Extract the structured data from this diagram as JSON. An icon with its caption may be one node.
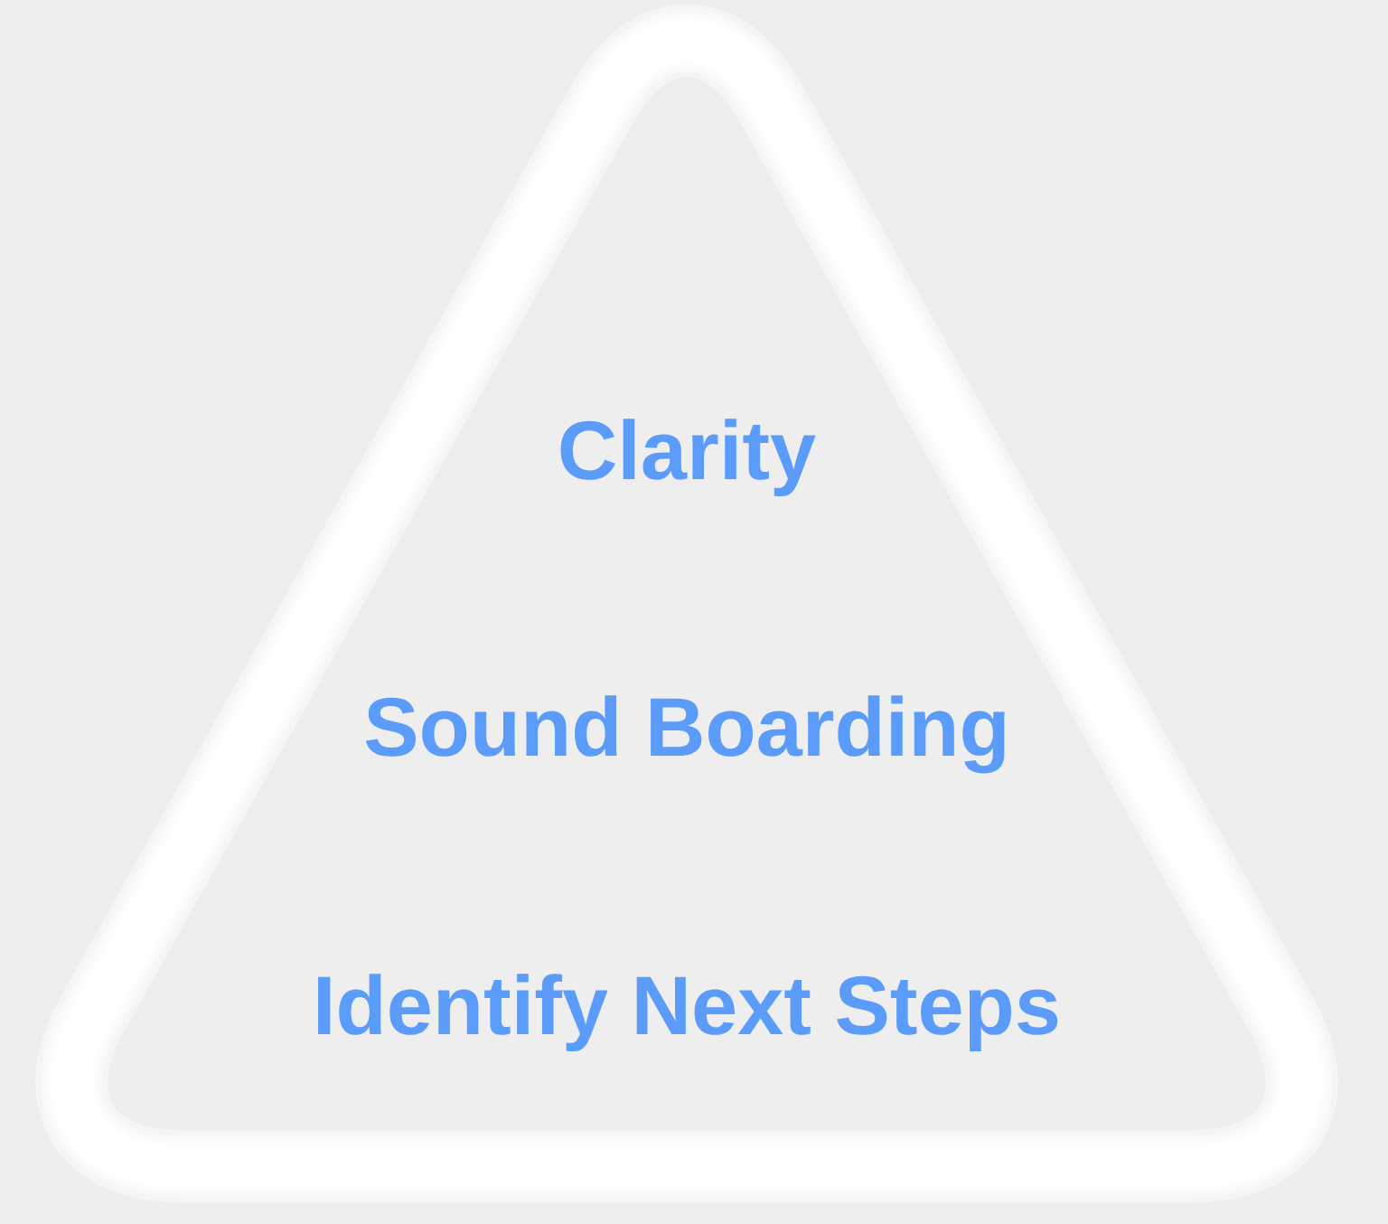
{
  "diagram": {
    "nodes": [
      {
        "text": [
          "Clarity",
          "Sound Boarding",
          "Identify Next Steps"
        ]
      }
    ]
  }
}
